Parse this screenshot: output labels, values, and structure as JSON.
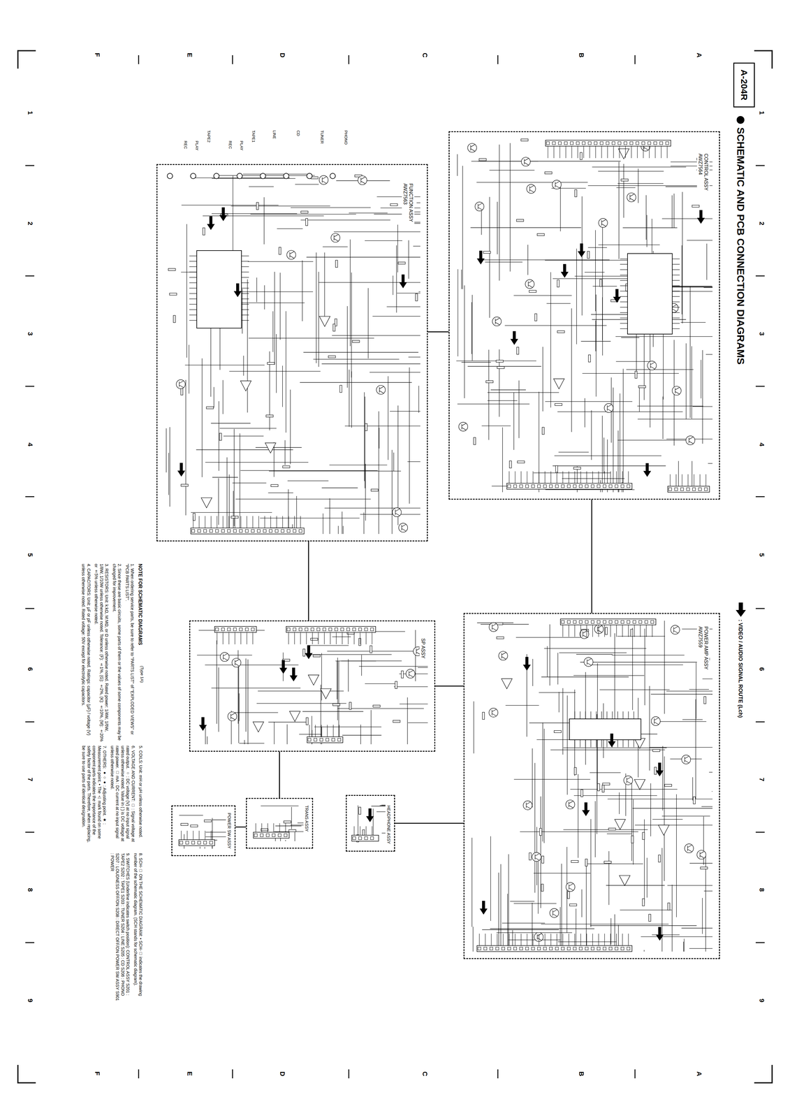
{
  "diagram": {
    "title": "SCHEMATIC AND PCB CONNECTION DIAGRAMS",
    "nodes": [
      {
        "text": [
          "A-204R"
        ]
      },
      {
        "text": [
          "CONTROL ASSY AWZ7564"
        ]
      },
      {
        "text": [
          "FUNCTION ASSY AWZ7563"
        ]
      },
      {
        "text": [
          "POWER AMP ASSY AWZ7559"
        ]
      },
      {
        "text": [
          "SP ASSY"
        ]
      },
      {
        "text": [
          "HEADPHONE ASSY"
        ]
      },
      {
        "text": [
          "TRANS ASSY"
        ]
      },
      {
        "text": [
          "POWER SW ASSY"
        ]
      }
    ],
    "edges": [
      {
        "from": 2,
        "to": 1,
        "arrow": "none"
      },
      {
        "from": 1,
        "to": 3,
        "arrow": "none"
      },
      {
        "from": 2,
        "to": 4,
        "arrow": "none"
      },
      {
        "from": 4,
        "to": 3,
        "arrow": "none"
      },
      {
        "from": 3,
        "to": 5,
        "arrow": "none"
      },
      {
        "from": 4,
        "to": 6,
        "arrow": "none"
      },
      {
        "from": 6,
        "to": 7,
        "arrow": "none"
      }
    ],
    "labels": [
      "A",
      "B",
      "C",
      "D",
      "E",
      "F",
      "A",
      "B",
      "C",
      "D",
      "E",
      "F",
      "1",
      "2",
      "3",
      "4",
      "5",
      "6",
      "7",
      "8",
      "9",
      "1",
      "2",
      "3",
      "4",
      "5",
      "6",
      "7",
      "8",
      "9",
      ": VIDEO / AUDIO SIGNAL ROUTE (Lch)",
      "PHONO",
      "TUNER",
      "CD",
      "LINE",
      "TAPE1",
      "PLAY",
      "REC",
      "TAPE2",
      "PLAY",
      "REC",
      "NOTE FOR SCHEMATIC DIAGRAMS",
      "(Type 1A)",
      "1. When ordering service parts, be sure to refer to \"PARTS LIST\" of \"EXPLODED VIEWS\" or \"PCB PARTS LIST\".",
      "2. Since these are basic circuits, some parts of them or the values of some components may be changed for improvement.",
      "3. RESISTORS: Unit: k:kΩ, M:MΩ, or Ω unless otherwise noted. Rated power: 1/4W, 1/6W, 1/8W, 1/10W unless otherwise noted. Tolerance: (F): ±1%, (G): ±2%, (K): ±10%, (M): ±20% or ±5% unless otherwise noted.",
      "4. CAPACITORS: Unit: μF or pF unless otherwise noted. Ratings: capacitor (μF) / voltage (V) unless otherwise noted. Rated voltage: 50V except for electrolytic capacitors.",
      "5. COILS: Unit: mH or μH unless otherwise noted.",
      "6. VOLTAGE AND CURRENT: □ : Signal voltage at rated output. ○ : DC voltage (V) at no input signal unless otherwise noted. Value in ( ) is DC voltage at rated power. □ mA : DC current at no input signal unless otherwise noted.",
      "7. OTHERS: ●○● : Adjusting point. ★ : Measurement point. • The ⚠ mark found on some component parts indicates the importance of the safety factor of the parts. Therefore, when replacing, be sure to use parts of identical designation.",
      "8. SCH-□ ON THE SCHEMATIC DIAGRAM: • SCH-□ indicates the drawing number of the schematic diagram. (SCH stands for schematic diagram).",
      "9. SWITCHES (Underline indicates switch position): CONTROL ASSY S201 : TAPE2 S202 : TAPE1 S203 : TUNER S204 : LINE S205 : CD S206 : PHONO S207 : LOUDNESS OFF/ON S208 : DIRECT OFF/ON POWER SW ASSY S901 : POWER"
    ]
  }
}
